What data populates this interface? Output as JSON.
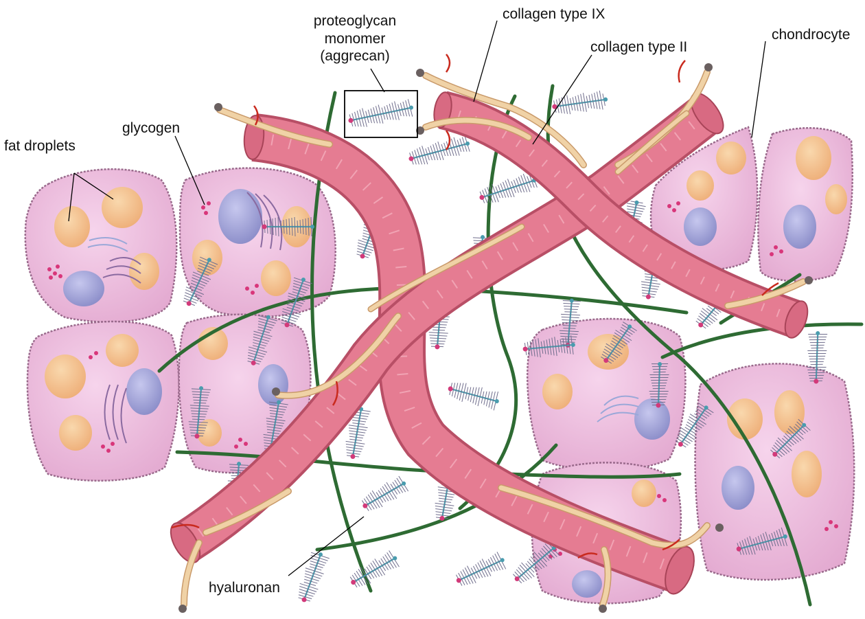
{
  "labels": {
    "proteoglycan_line1": "proteoglycan",
    "proteoglycan_line2": "monomer",
    "proteoglycan_line3": "(aggrecan)",
    "collagen_ix": "collagen type IX",
    "collagen_ii": "collagen type II",
    "chondrocyte": "chondrocyte",
    "glycogen": "glycogen",
    "fat_droplets": "fat droplets",
    "hyaluronan": "hyaluronan"
  },
  "colors": {
    "background": "#ffffff",
    "cell_fill": "#ecb8dc",
    "cell_edge": "#b77aa3",
    "nucleus": "#a0a2d6",
    "fat_droplet": "#f2be8c",
    "glycogen": "#d8367a",
    "collagen_ii": "#e57c92",
    "collagen_ix": "#f0d2a6",
    "hyaluronan": "#2e6b33",
    "aggrecan_core": "#4a9cae",
    "aggrecan_side": "#6f6d8c",
    "link_protein": "#d23a7a"
  }
}
